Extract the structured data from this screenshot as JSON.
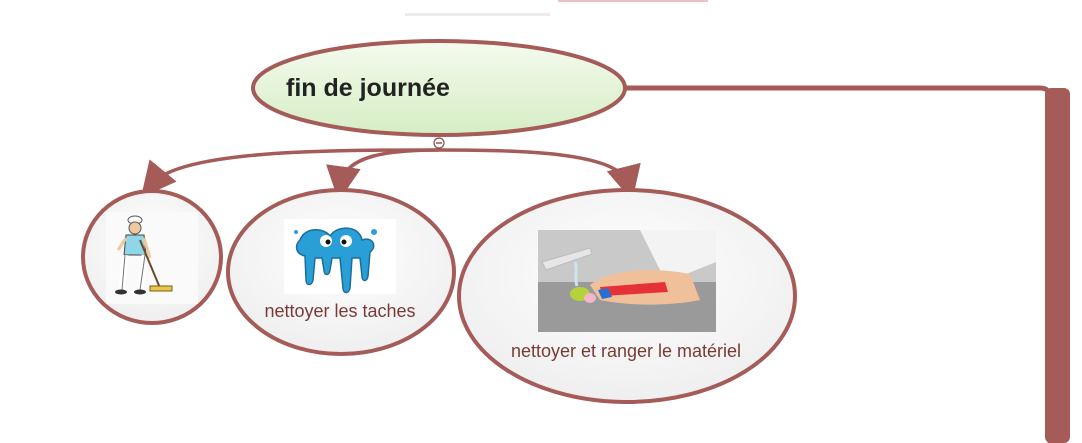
{
  "diagram": {
    "root": {
      "label": "fin de journée"
    },
    "children": [
      {
        "label": "",
        "image": "sweeper-clipart"
      },
      {
        "label": "nettoyer les taches",
        "image": "paint-splash-clipart"
      },
      {
        "label": "nettoyer et ranger le matériel",
        "image": "washing-brush-photo"
      }
    ]
  },
  "colors": {
    "border": "#a55b58",
    "root_fill_top": "#f2f9ea",
    "root_fill_bottom": "#d8efc8",
    "child_fill": "#f4f4f4",
    "text": "#7a3a34"
  }
}
